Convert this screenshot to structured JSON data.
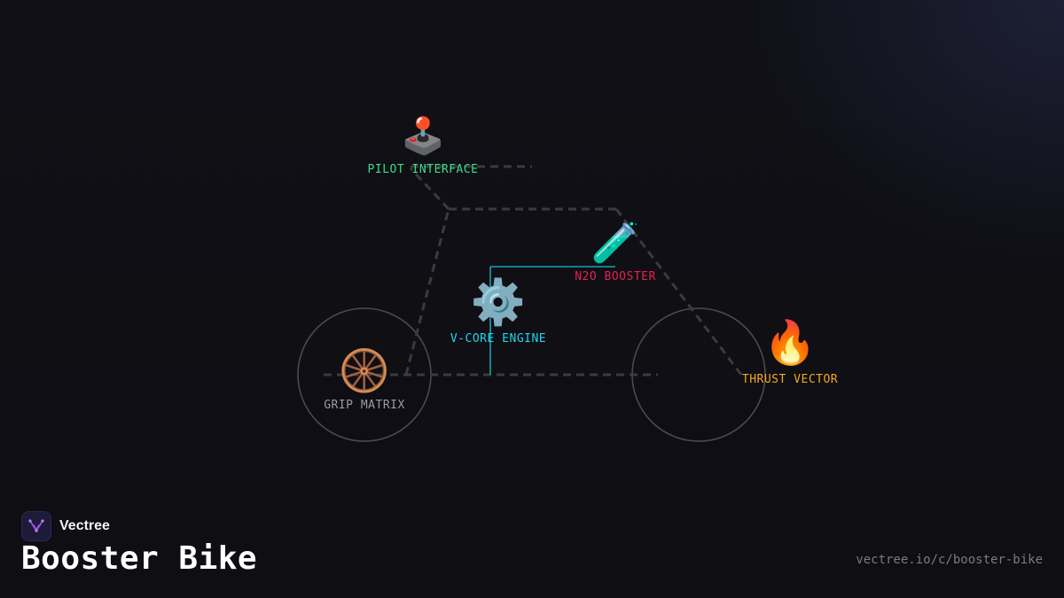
{
  "brand": {
    "name": "Vectree",
    "logo_icon": "vectree-logo-icon"
  },
  "page": {
    "title": "Booster Bike",
    "url": "vectree.io/c/booster-bike"
  },
  "nodes": {
    "pilot": {
      "label": "PILOT INTERFACE",
      "emoji": "🕹️",
      "color": "#3ddc84",
      "icon": "joystick-icon"
    },
    "booster": {
      "label": "N2O BOOSTER",
      "emoji": "🧪",
      "color": "#e8204f",
      "icon": "test-tube-icon"
    },
    "engine": {
      "label": "V-CORE ENGINE",
      "emoji": "⚙️",
      "color": "#22d3ee",
      "icon": "gear-icon"
    },
    "grip": {
      "label": "GRIP MATRIX",
      "emoji": "🛞",
      "color": "#9a9aa2",
      "icon": "wheel-icon"
    },
    "thrust": {
      "label": "THRUST VECTOR",
      "emoji": "🔥",
      "color": "#f5a623",
      "icon": "fire-icon"
    }
  },
  "colors": {
    "frame": "#3a3a40",
    "wheel": "#4a4a50",
    "accent_line": "#1aa3b0"
  }
}
